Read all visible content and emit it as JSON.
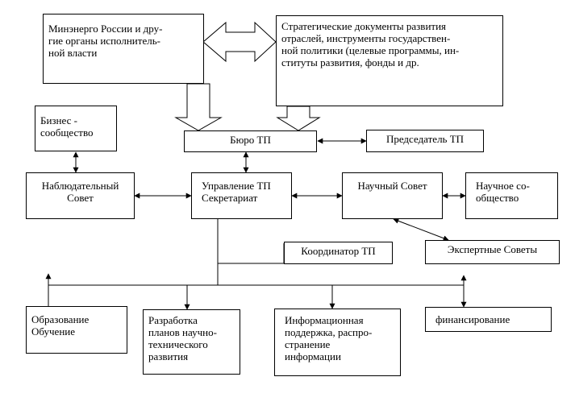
{
  "boxes": {
    "ministry": "Минэнерго России и дру-\nгие органы исполнитель-\nной власти",
    "strategic_docs": "Стратегические документы развития\nотраслей, инструменты государствен-\nной политики (целевые программы, ин-\nституты развития, фонды и др.",
    "business_community": "Бизнес -\nсообщество",
    "bureau": "Бюро ТП",
    "chairman": "Председатель ТП",
    "supervisory_board": "Наблюдательный\nСовет",
    "management": "Управление ТП\nСекретариат",
    "scientific_council": "Научный Совет",
    "scientific_community": "Научное со-\nобщество",
    "coordinator": "Координатор ТП",
    "expert_councils": "Экспертные Советы",
    "education": "Образование\nОбучение",
    "rd_planning": "Разработка\nпланов научно-\nтехнического\nразвития",
    "info_support": "Информационная\nподдержка, распро-\nстранение\nинформации",
    "financing": "финансирование"
  }
}
